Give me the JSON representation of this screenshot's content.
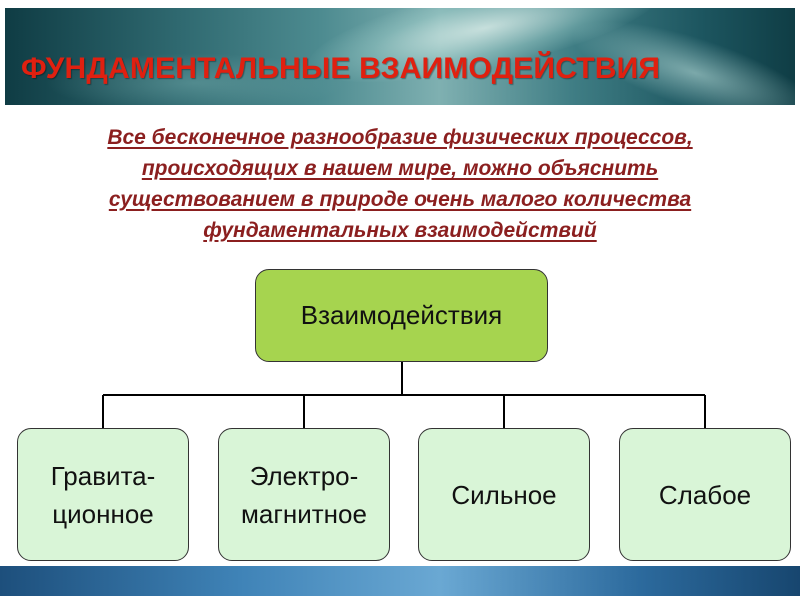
{
  "header": {
    "title": "ФУНДАМЕНТАЛЬНЫЕ ВЗАИМОДЕЙСТВИЯ"
  },
  "intro": {
    "line1": "Все бесконечное разнообразие физических процессов,",
    "line2": "происходящих в нашем мире, можно объяснить",
    "line3": "существованием в природе очень малого количества",
    "line4": "фундаментальных взаимодействий"
  },
  "diagram": {
    "root": "Взаимодействия",
    "children": [
      {
        "line1": "Гравита-",
        "line2": "ционное"
      },
      {
        "line1": "Электро-",
        "line2": "магнитное"
      },
      {
        "line1": "Сильное",
        "line2": ""
      },
      {
        "line1": "Слабое",
        "line2": ""
      }
    ]
  },
  "colors": {
    "title": "#e02010",
    "intro_text": "#8b1f1f",
    "root_fill": "#a6d44f",
    "child_fill": "#d9f5d7",
    "banner": "#2f6970",
    "footer": "#3f83b7"
  }
}
